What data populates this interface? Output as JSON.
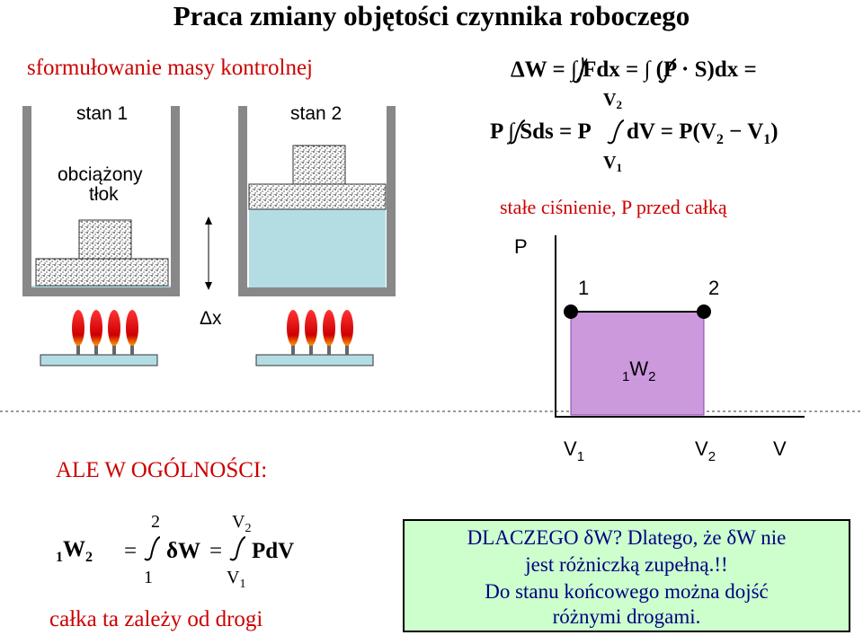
{
  "title": "Praca zmiany objętości czynnika roboczego",
  "subtitle": "sformułowanie masy kontrolnej",
  "left_diagram": {
    "state1_label": "stan 1",
    "state2_label": "stan 2",
    "piston_label_line1": "obciążony",
    "piston_label_line2": "tłok",
    "delta_x_label": "Δx"
  },
  "equation1": {
    "text": "ΔW = ∫ Fdx = ∫ (P · S)dx ="
  },
  "equation2": {
    "lhs": "P ∫ Sds = P",
    "integrand": "dV = P(V",
    "sub2": "2",
    "minus": " − V",
    "sub1": "1",
    "close": ")",
    "upper_limit": "V",
    "upper_limit_sub": "2",
    "lower_limit": "V",
    "lower_limit_sub": "1"
  },
  "constant_pressure_note": "stałe ciśnienie, P przed całką",
  "pv_chart": {
    "y_axis_label": "P",
    "x_axis_label": "V",
    "point1_label": "1",
    "point2_label": "2",
    "v1_label": "V",
    "v1_sub": "1",
    "v2_label": "V",
    "v2_sub": "2",
    "area_label_pre": "1",
    "area_label_main": "W",
    "area_label_sub": "2",
    "area_color": "#cc99dd"
  },
  "general_heading": "ALE W OGÓLNOŚCI:",
  "general_equation": {
    "lhs_pre": "1",
    "lhs_main": "W",
    "lhs_sub": "2",
    "eq1": "=",
    "integral1_upper": "2",
    "integral1_lower": "1",
    "integral1_body": "δW",
    "eq2": "=",
    "integral2_upper": "V",
    "integral2_upper_sub": "2",
    "integral2_lower": "V",
    "integral2_lower_sub": "1",
    "integral2_body": "PdV"
  },
  "path_dependence_note": "całka ta zależy od drogi",
  "explanation_box": {
    "line1": "DLACZEGO δW? Dlatego, że δW nie",
    "line2": "jest różniczką zupełną.!!",
    "line3": "Do stanu końcowego można dojść",
    "line4": "różnymi drogami."
  },
  "colors": {
    "red_text": "#cc0000",
    "water": "#b3dde3",
    "wall": "#888888",
    "flame": "#cc0000",
    "burner": "#b3dde3",
    "box_bg": "#ccffcc",
    "box_text": "#000080"
  }
}
